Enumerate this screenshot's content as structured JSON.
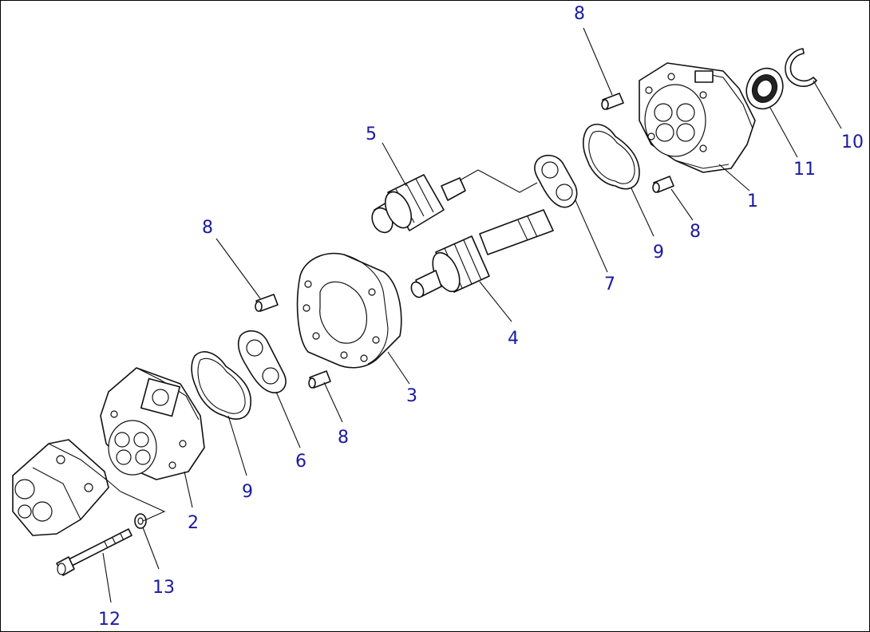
{
  "diagram": {
    "type": "exploded-parts",
    "line_color": "#111111",
    "callout_color": "#1a1aa0",
    "callouts": [
      {
        "id": "c8a",
        "label": "8"
      },
      {
        "id": "c5",
        "label": "5"
      },
      {
        "id": "c10",
        "label": "10"
      },
      {
        "id": "c11",
        "label": "11"
      },
      {
        "id": "c1",
        "label": "1"
      },
      {
        "id": "c8b",
        "label": "8"
      },
      {
        "id": "c9a",
        "label": "9"
      },
      {
        "id": "c7",
        "label": "7"
      },
      {
        "id": "c8c",
        "label": "8"
      },
      {
        "id": "c4",
        "label": "4"
      },
      {
        "id": "c3",
        "label": "3"
      },
      {
        "id": "c8d",
        "label": "8"
      },
      {
        "id": "c6",
        "label": "6"
      },
      {
        "id": "c9b",
        "label": "9"
      },
      {
        "id": "c2",
        "label": "2"
      },
      {
        "id": "c13",
        "label": "13"
      },
      {
        "id": "c12",
        "label": "12"
      }
    ]
  }
}
